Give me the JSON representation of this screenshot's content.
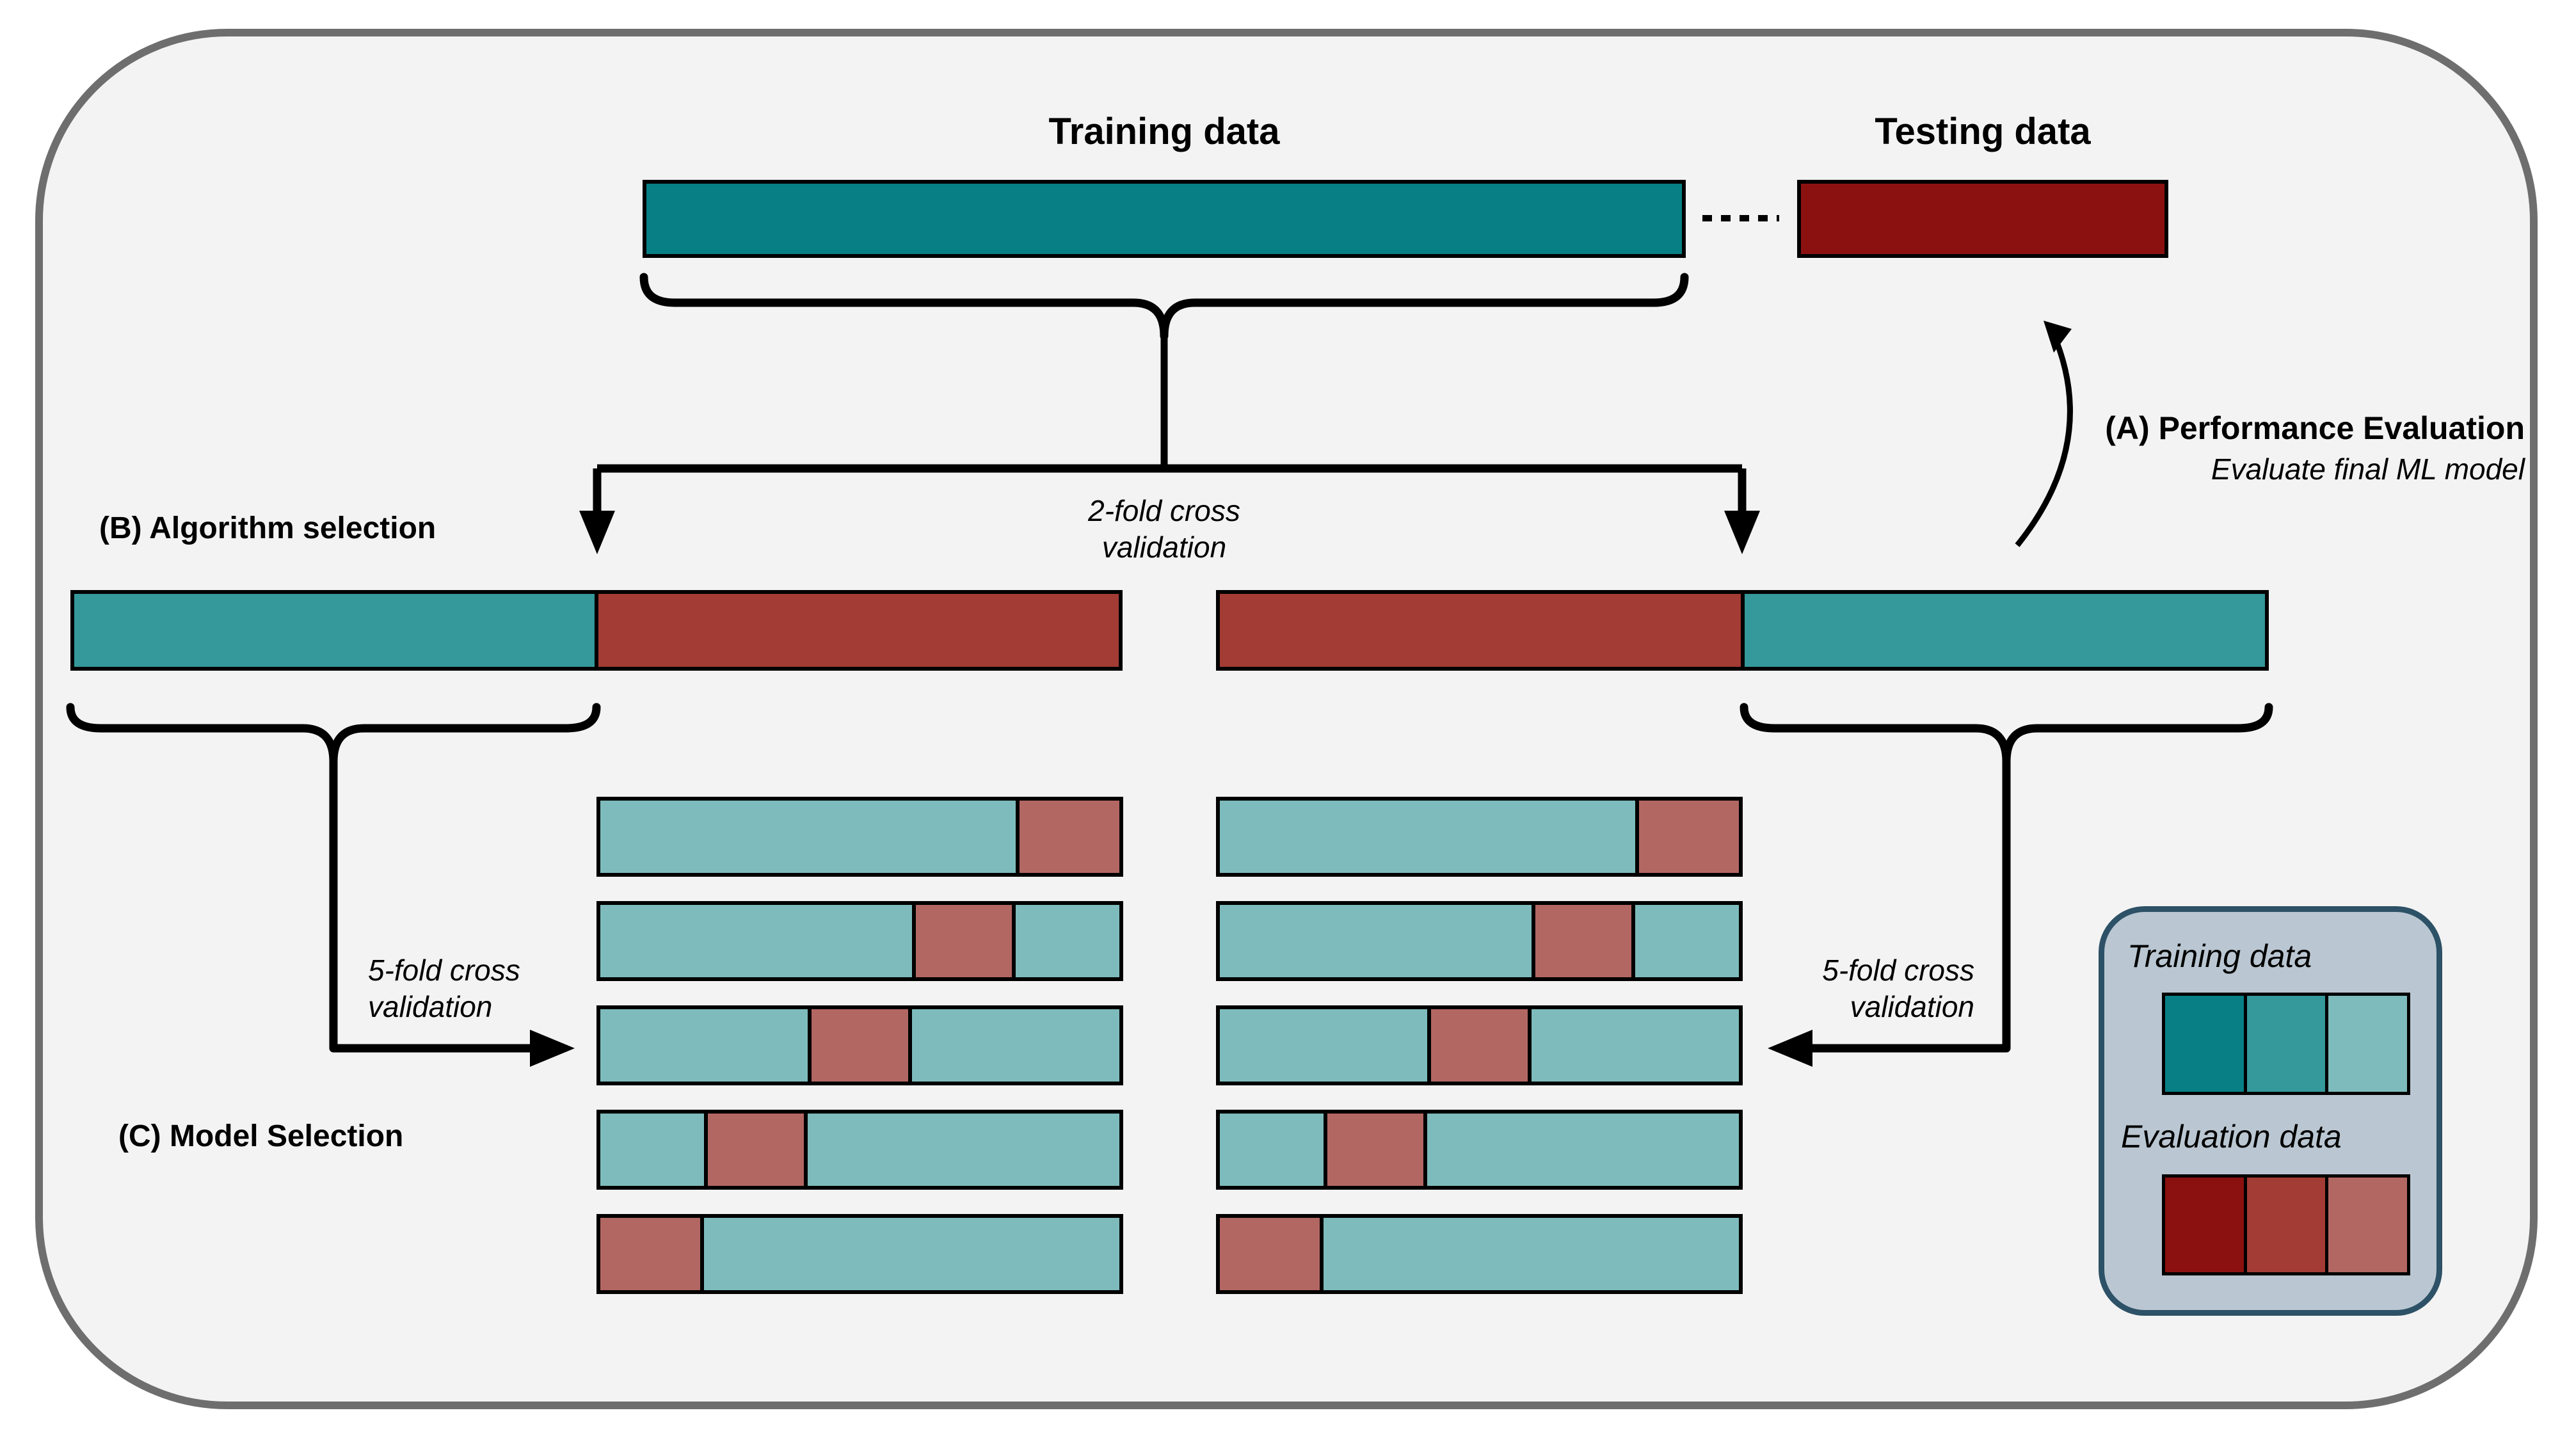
{
  "labels": {
    "training_title": "Training data",
    "testing_title": "Testing data",
    "a_title": "(A) Performance Evaluation",
    "a_subtitle": "Evaluate final ML model",
    "b_title": "(B) Algorithm selection",
    "c_title": "(C) Model Selection",
    "two_fold_line1": "2-fold cross",
    "two_fold_line2": "validation",
    "five_fold_line1": "5-fold cross",
    "five_fold_line2": "validation"
  },
  "colors": {
    "frame_fill": "#f3f3f3",
    "frame_border": "#6e6e6e",
    "line_black": "#000000",
    "legend_fill": "#bac7d2",
    "legend_border": "#2d5166",
    "training_dark": "#087f85",
    "training_mid": "#35989a",
    "training_light": "#7ebbbc",
    "evaluation_dark": "#8b1110",
    "evaluation_mid": "#a23c34",
    "evaluation_light": "#b36763"
  },
  "legend": {
    "training_label": "Training data",
    "evaluation_label": "Evaluation data",
    "training_swatches": [
      "#087f85",
      "#35989a",
      "#7ebbbc"
    ],
    "evaluation_swatches": [
      "#8b1110",
      "#a23c34",
      "#b36763"
    ]
  },
  "diagram": {
    "top": {
      "training_color": "#087f85",
      "testing_color": "#8b1110"
    },
    "two_fold": {
      "left_bar": [
        {
          "role": "training",
          "color": "#35989a"
        },
        {
          "role": "evaluation",
          "color": "#a23c34"
        }
      ],
      "right_bar": [
        {
          "role": "evaluation",
          "color": "#a23c34"
        },
        {
          "role": "training",
          "color": "#35989a"
        }
      ]
    },
    "five_fold": {
      "folds": 5,
      "train_color": "#7ebbbc",
      "eval_color": "#b36763",
      "rows": [
        {
          "eval_fold": 5
        },
        {
          "eval_fold": 4
        },
        {
          "eval_fold": 3
        },
        {
          "eval_fold": 2
        },
        {
          "eval_fold": 1
        }
      ]
    }
  }
}
